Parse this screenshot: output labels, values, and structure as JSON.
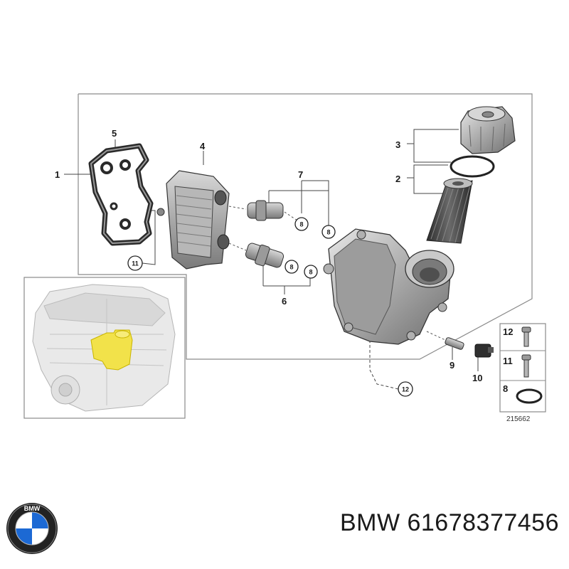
{
  "diagram": {
    "callouts": [
      "1",
      "2",
      "3",
      "4",
      "5",
      "6",
      "7",
      "9",
      "10"
    ],
    "circled_callouts": [
      "8",
      "8",
      "8",
      "8",
      "11",
      "12"
    ],
    "legend": {
      "items": [
        "12",
        "11",
        "8"
      ]
    },
    "reference_code": "215662"
  },
  "logo": {
    "text": "BMW",
    "colors": {
      "blue": "#1c69d4",
      "white": "#ffffff",
      "ring": "#222222"
    }
  },
  "footer": {
    "text": "BMW 61678377456"
  },
  "colors": {
    "highlight": "#f2e24a",
    "line": "#555555"
  }
}
